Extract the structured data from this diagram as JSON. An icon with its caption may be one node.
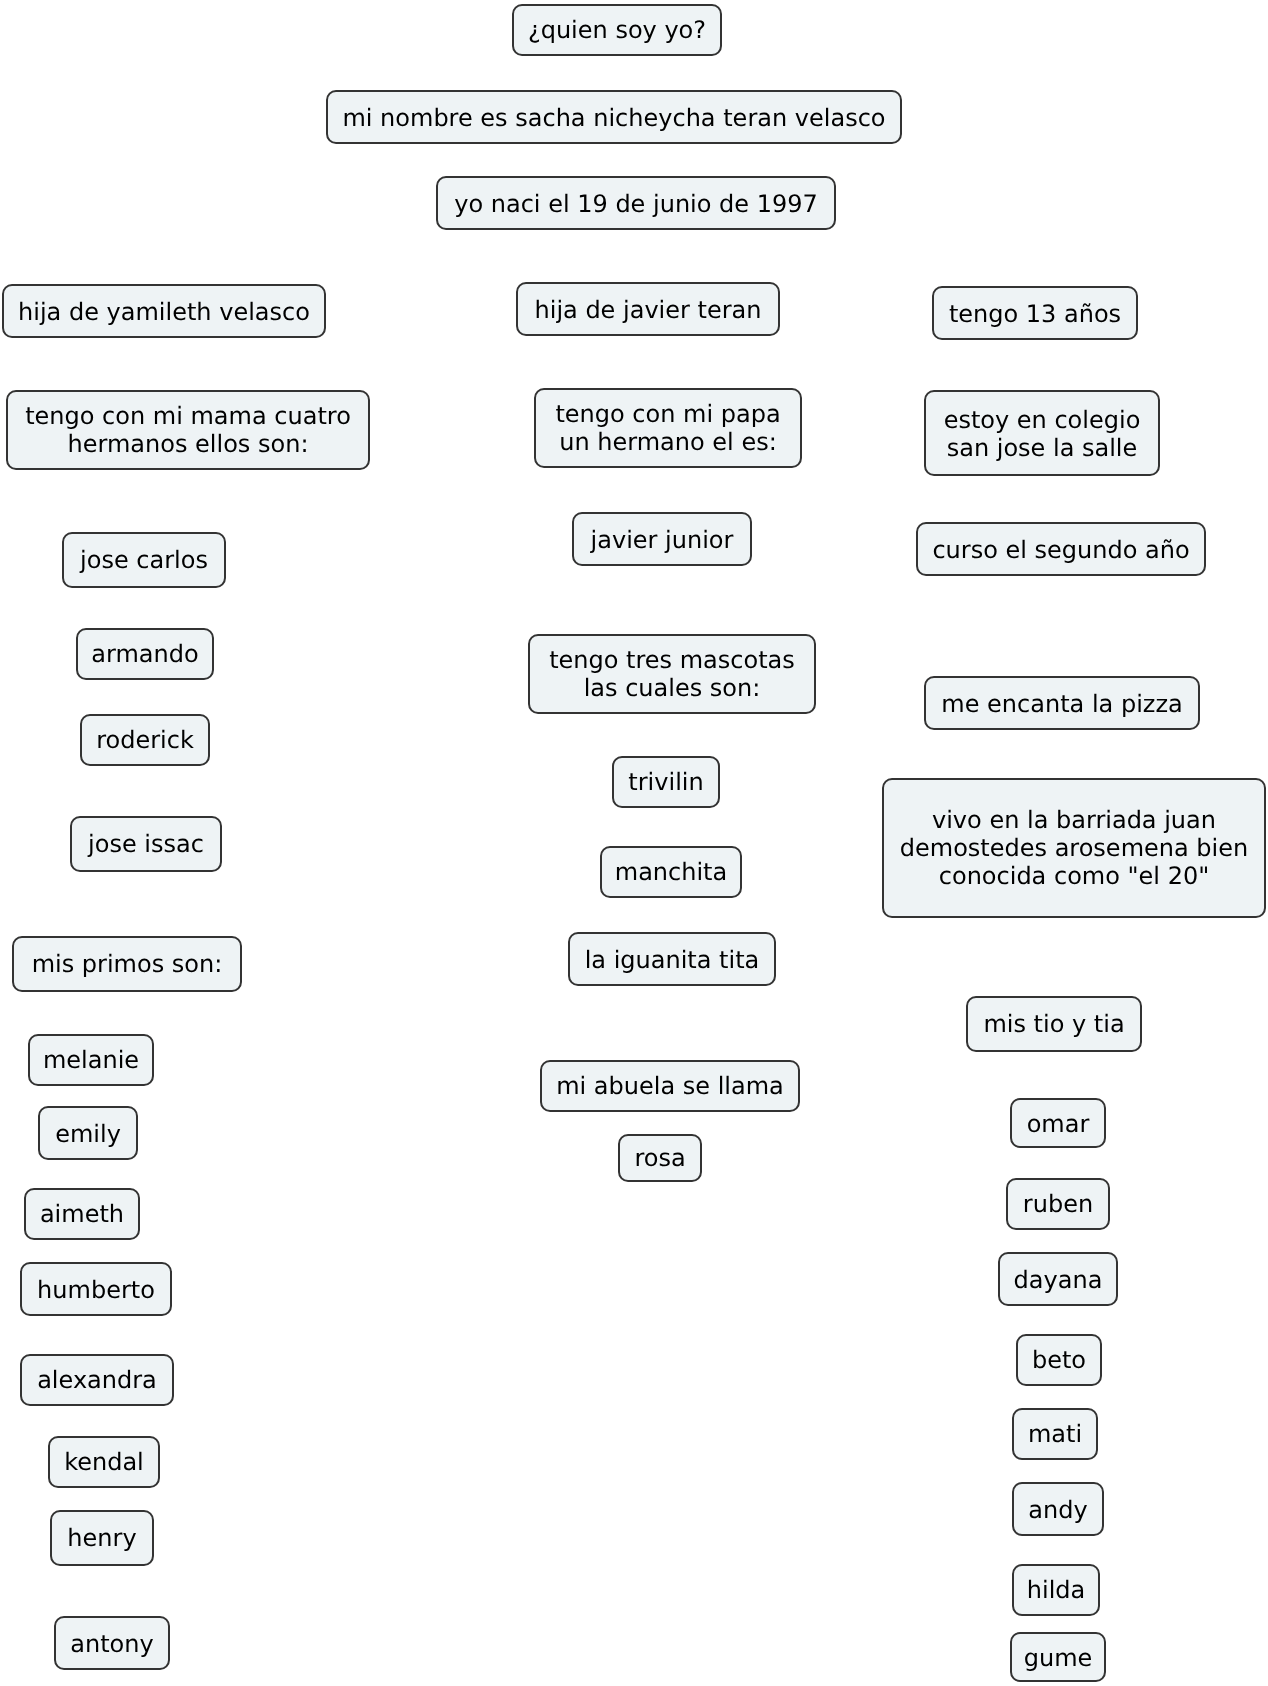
{
  "diagram": {
    "nodes": [
      {
        "text": [
          "¿quien soy yo?"
        ]
      },
      {
        "text": [
          "mi nombre es sacha nicheycha teran velasco"
        ]
      },
      {
        "text": [
          "yo naci el 19 de junio de 1997"
        ]
      },
      {
        "text": [
          "hija de yamileth velasco"
        ]
      },
      {
        "text": [
          "hija de javier teran"
        ]
      },
      {
        "text": [
          "tengo 13 años"
        ]
      },
      {
        "text": [
          "tengo con mi mama cuatro hermanos ellos son:"
        ]
      },
      {
        "text": [
          "tengo con mi papa un hermano el es:"
        ]
      },
      {
        "text": [
          "estoy en colegio san jose la salle"
        ]
      },
      {
        "text": [
          "jose carlos"
        ]
      },
      {
        "text": [
          "javier junior"
        ]
      },
      {
        "text": [
          "curso el segundo año"
        ]
      },
      {
        "text": [
          "armando"
        ]
      },
      {
        "text": [
          "tengo tres mascotas las cuales son:"
        ]
      },
      {
        "text": [
          "me encanta la pizza"
        ]
      },
      {
        "text": [
          "roderick"
        ]
      },
      {
        "text": [
          "trivilin"
        ]
      },
      {
        "text": [
          "vivo en la barriada juan demostedes arosemena bien conocida como \"el 20\""
        ]
      },
      {
        "text": [
          "jose issac"
        ]
      },
      {
        "text": [
          "manchita"
        ]
      },
      {
        "text": [
          "la iguanita tita"
        ]
      },
      {
        "text": [
          "mis primos son:"
        ]
      },
      {
        "text": [
          "mis tio y tia"
        ]
      },
      {
        "text": [
          "melanie"
        ]
      },
      {
        "text": [
          "mi abuela se llama"
        ]
      },
      {
        "text": [
          "emily"
        ]
      },
      {
        "text": [
          "omar"
        ]
      },
      {
        "text": [
          "rosa"
        ]
      },
      {
        "text": [
          "aimeth"
        ]
      },
      {
        "text": [
          "ruben"
        ]
      },
      {
        "text": [
          "humberto"
        ]
      },
      {
        "text": [
          "dayana"
        ]
      },
      {
        "text": [
          "beto"
        ]
      },
      {
        "text": [
          "alexandra"
        ]
      },
      {
        "text": [
          "mati"
        ]
      },
      {
        "text": [
          "kendal"
        ]
      },
      {
        "text": [
          "andy"
        ]
      },
      {
        "text": [
          "henry"
        ]
      },
      {
        "text": [
          "hilda"
        ]
      },
      {
        "text": [
          "antony"
        ]
      },
      {
        "text": [
          "gume"
        ]
      }
    ]
  }
}
